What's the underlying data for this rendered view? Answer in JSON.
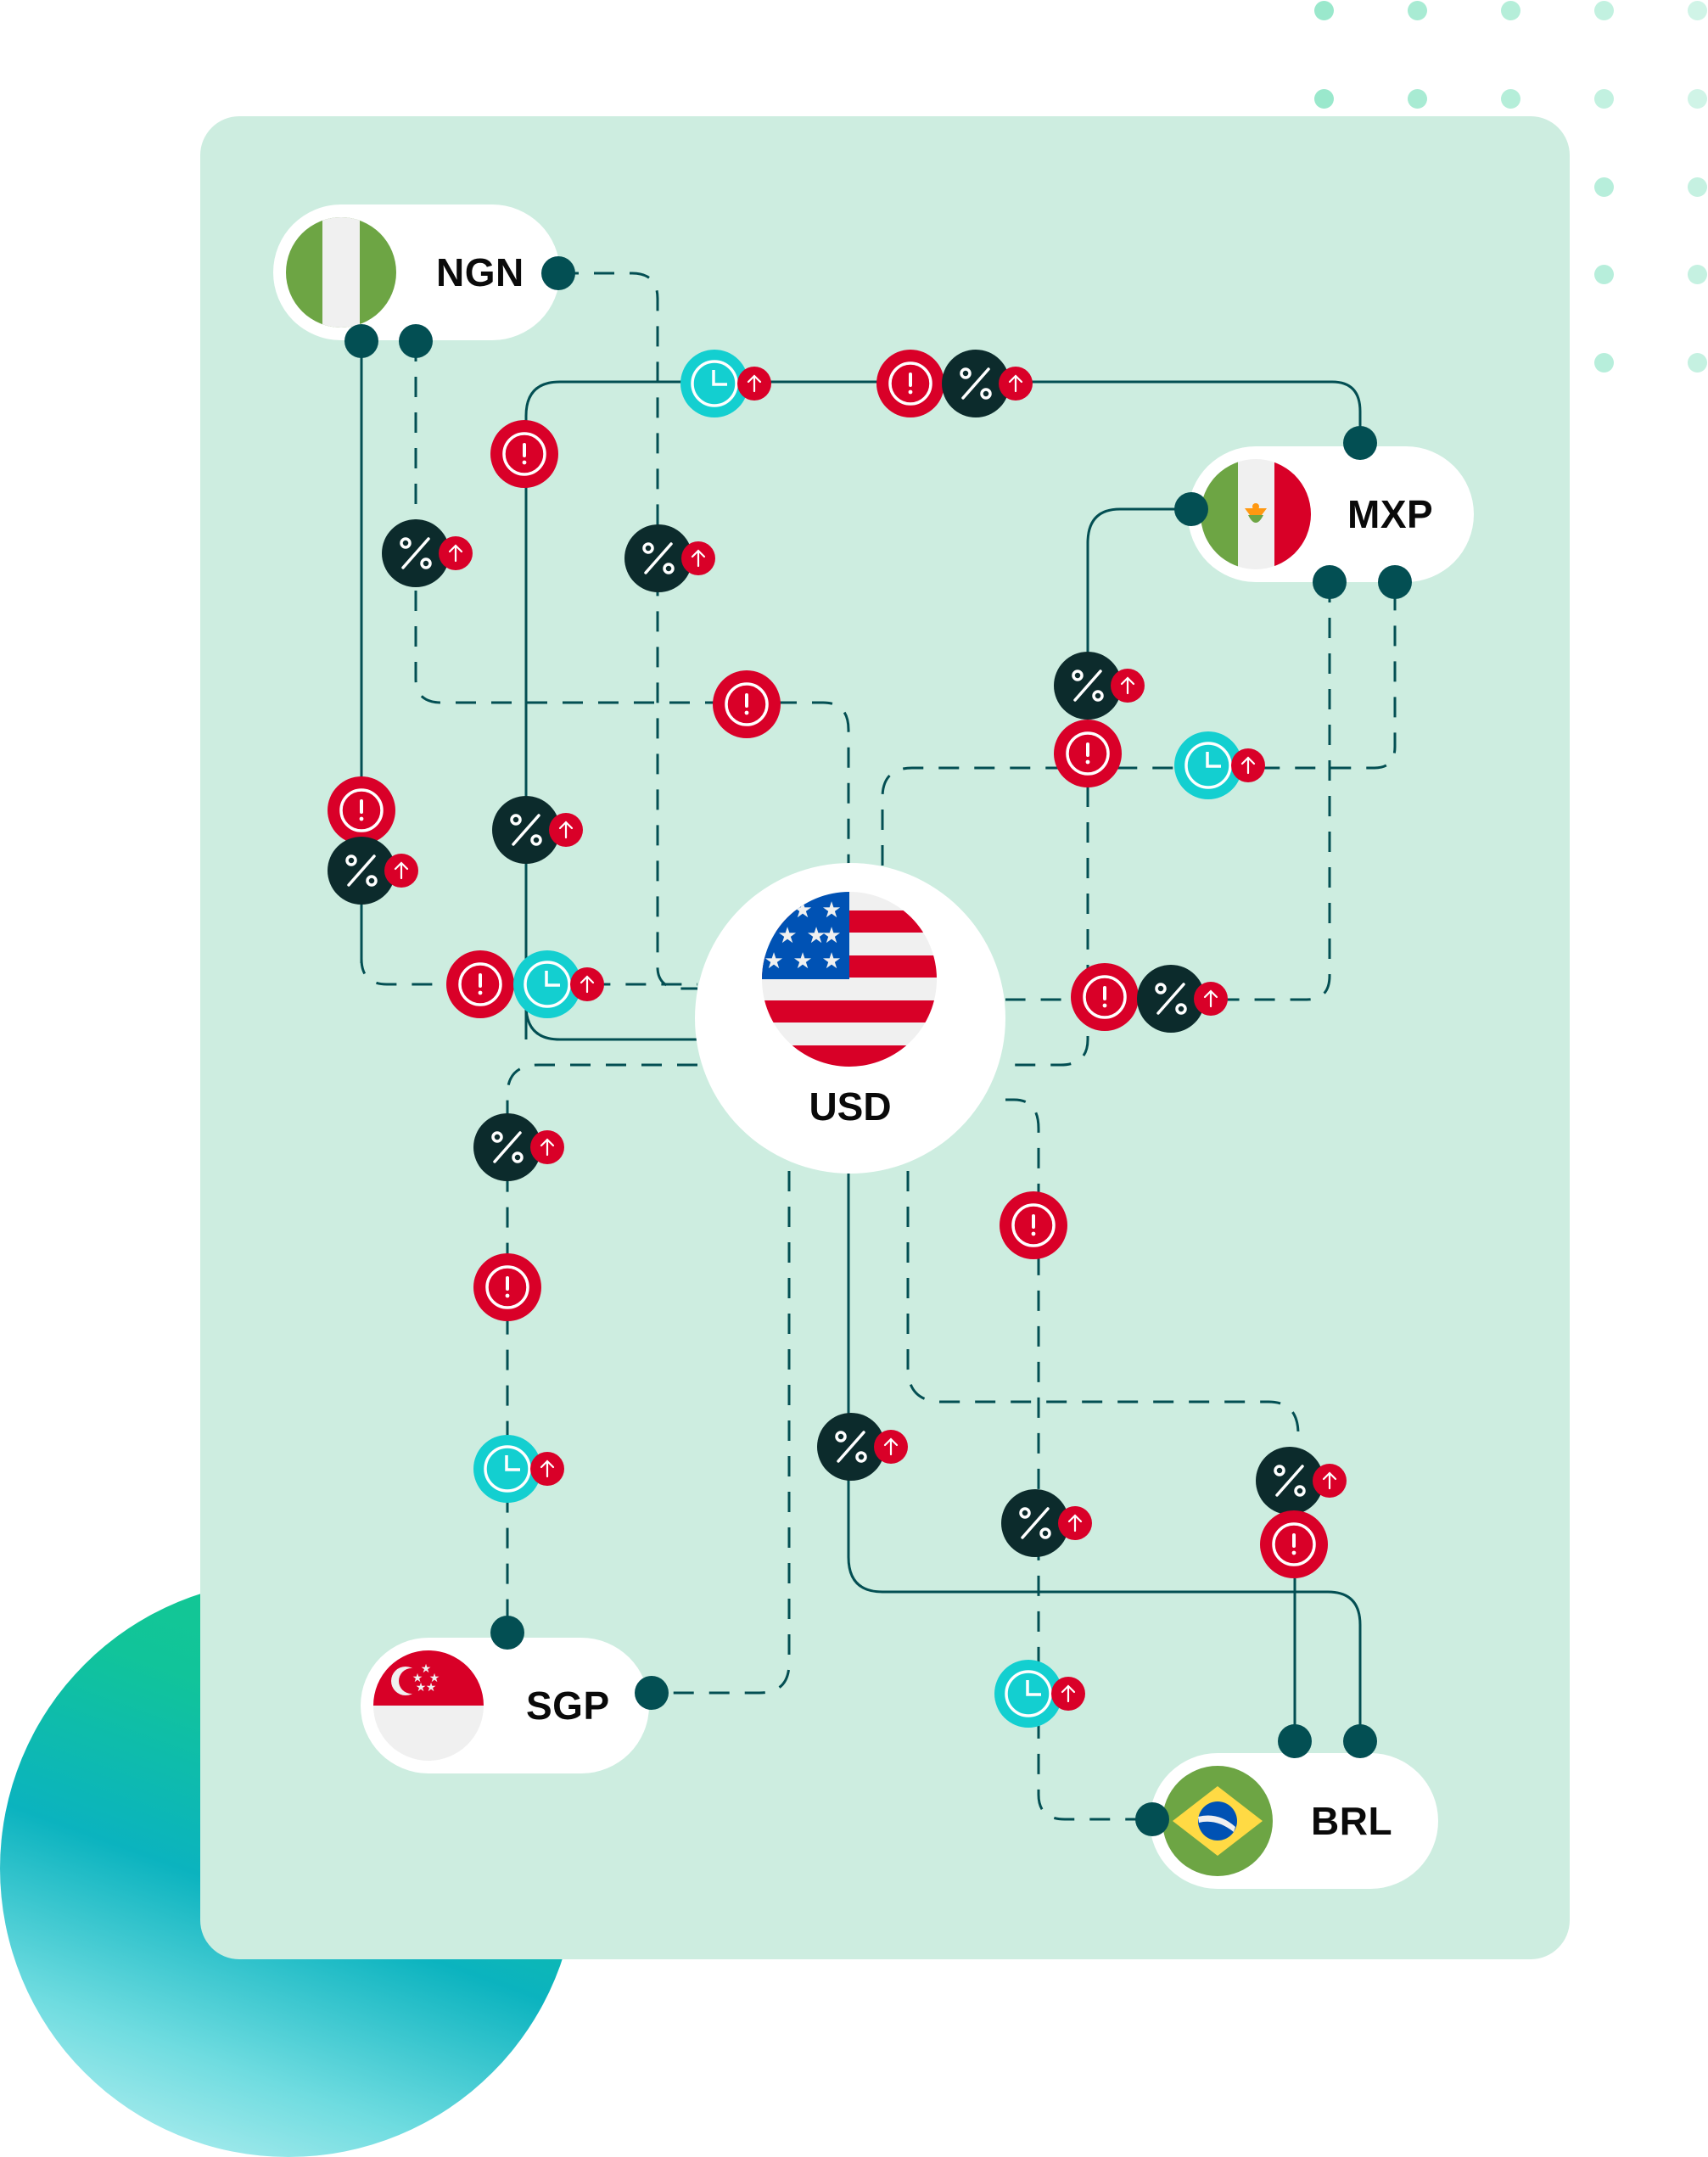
{
  "colors": {
    "card_bg": "#cdede0",
    "line": "#034f53",
    "alert": "#d90028",
    "rate": "#0c2b2c",
    "time": "#13cfd0",
    "port": "#034f53",
    "dot_grid": "#8fe5c6"
  },
  "hub": {
    "code": "USD",
    "flag": "us-flag"
  },
  "currencies": [
    {
      "code": "NGN",
      "flag": "nigeria-flag"
    },
    {
      "code": "MXP",
      "flag": "mexico-flag"
    },
    {
      "code": "SGP",
      "flag": "singapore-flag"
    },
    {
      "code": "BRL",
      "flag": "brazil-flag"
    }
  ],
  "icon_legend": {
    "alert": "alert-icon (exclamation in circle)",
    "rate": "percent-icon with up-arrow badge",
    "time": "clock-icon with up-arrow badge"
  }
}
